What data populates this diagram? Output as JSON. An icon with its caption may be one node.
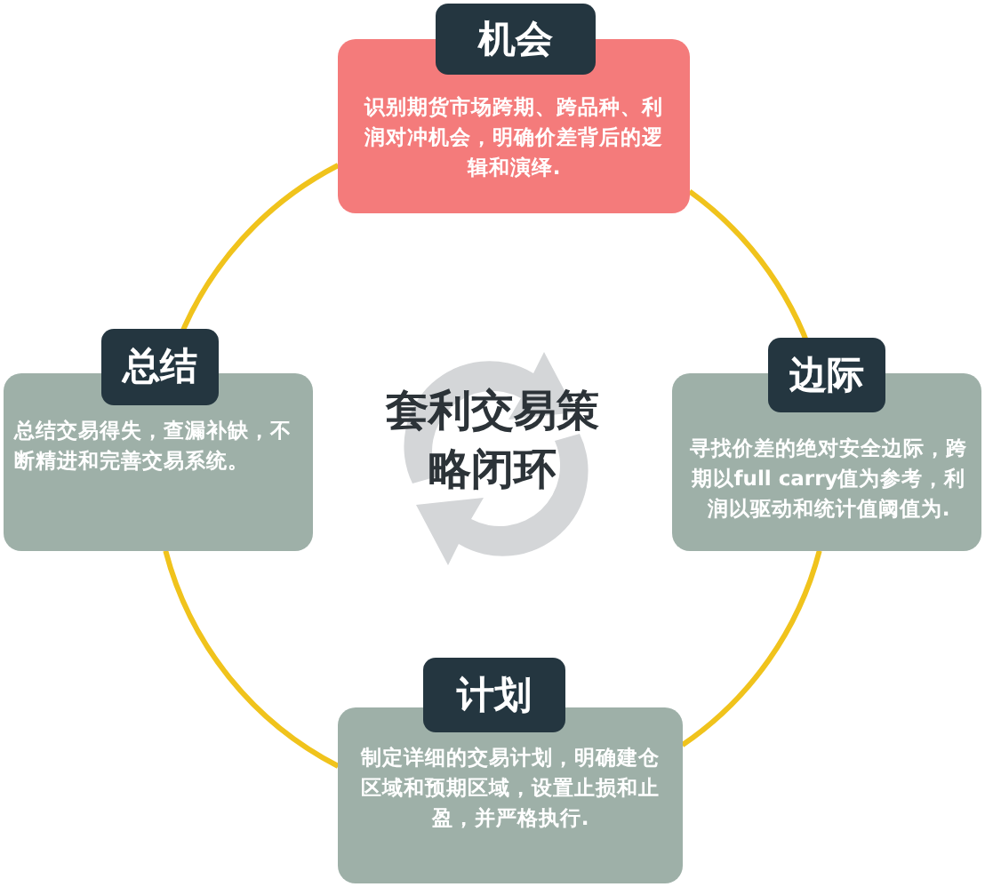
{
  "diagram": {
    "title": "套利交易策略闭环",
    "nodes": [
      {
        "text": [
          "机会",
          "识别期货市场跨期、跨品种、利润对冲机会，明确价差背后的逻辑和演绎."
        ]
      },
      {
        "text": [
          "边际",
          "寻找价差的绝对安全边际，跨期以full carry值为参考，利润以驱动和统计值阈值为."
        ]
      },
      {
        "text": [
          "计划",
          "制定详细的交易计划，明确建仓区域和预期区域，设置止损和止盈，并严格执行."
        ]
      },
      {
        "text": [
          "总结",
          "总结交易得失，查漏补缺，不断精进和完善交易系统。"
        ]
      }
    ],
    "edges": [
      {
        "from": 0,
        "to": 1,
        "arrow": "none"
      },
      {
        "from": 1,
        "to": 2,
        "arrow": "none"
      },
      {
        "from": 2,
        "to": 3,
        "arrow": "none"
      },
      {
        "from": 3,
        "to": 0,
        "arrow": "none"
      }
    ]
  }
}
